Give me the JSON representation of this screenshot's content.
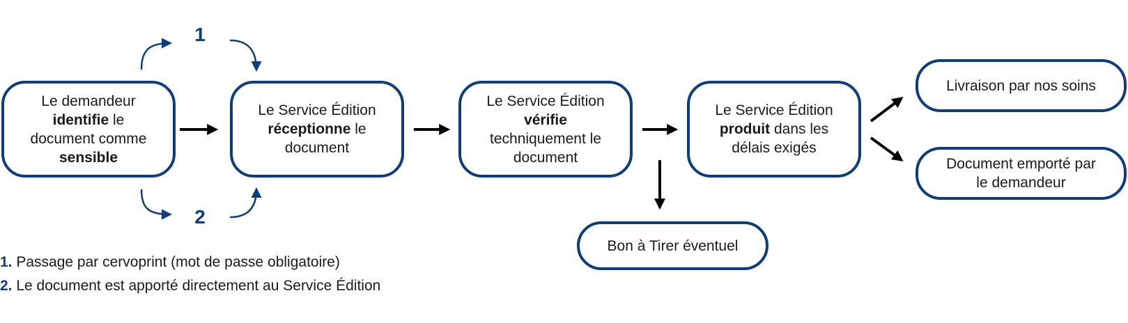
{
  "flow": {
    "step1": {
      "l1": "Le demandeur",
      "l2b": "identifie",
      "l2": " le",
      "l3": "document comme",
      "l4b": "sensible"
    },
    "step2": {
      "l1": "Le Service Édition",
      "l2b": "réceptionne",
      "l2": " le",
      "l3": "document"
    },
    "step3": {
      "l1": "Le Service Édition",
      "l2b": "vérifie",
      "l3": "techniquement le",
      "l4": "document"
    },
    "step4": {
      "l1": "Le Service Édition",
      "l2b": "produit",
      "l2": " dans les",
      "l3": "délais exigés"
    },
    "proof": "Bon à Tirer éventuel",
    "delivery": "Livraison par nos soins",
    "pickup": {
      "l1": "Document emporté par",
      "l2": "le demandeur"
    },
    "route1_label": "1",
    "route2_label": "2"
  },
  "legend": {
    "item1_num": "1.",
    "item1_text": " Passage par cervoprint (mot de passe obligatoire)",
    "item2_num": "2.",
    "item2_text": " Le document est apporté directement au Service Édition"
  },
  "colors": {
    "accent": "#0d3d7a",
    "arrow": "#000000"
  }
}
